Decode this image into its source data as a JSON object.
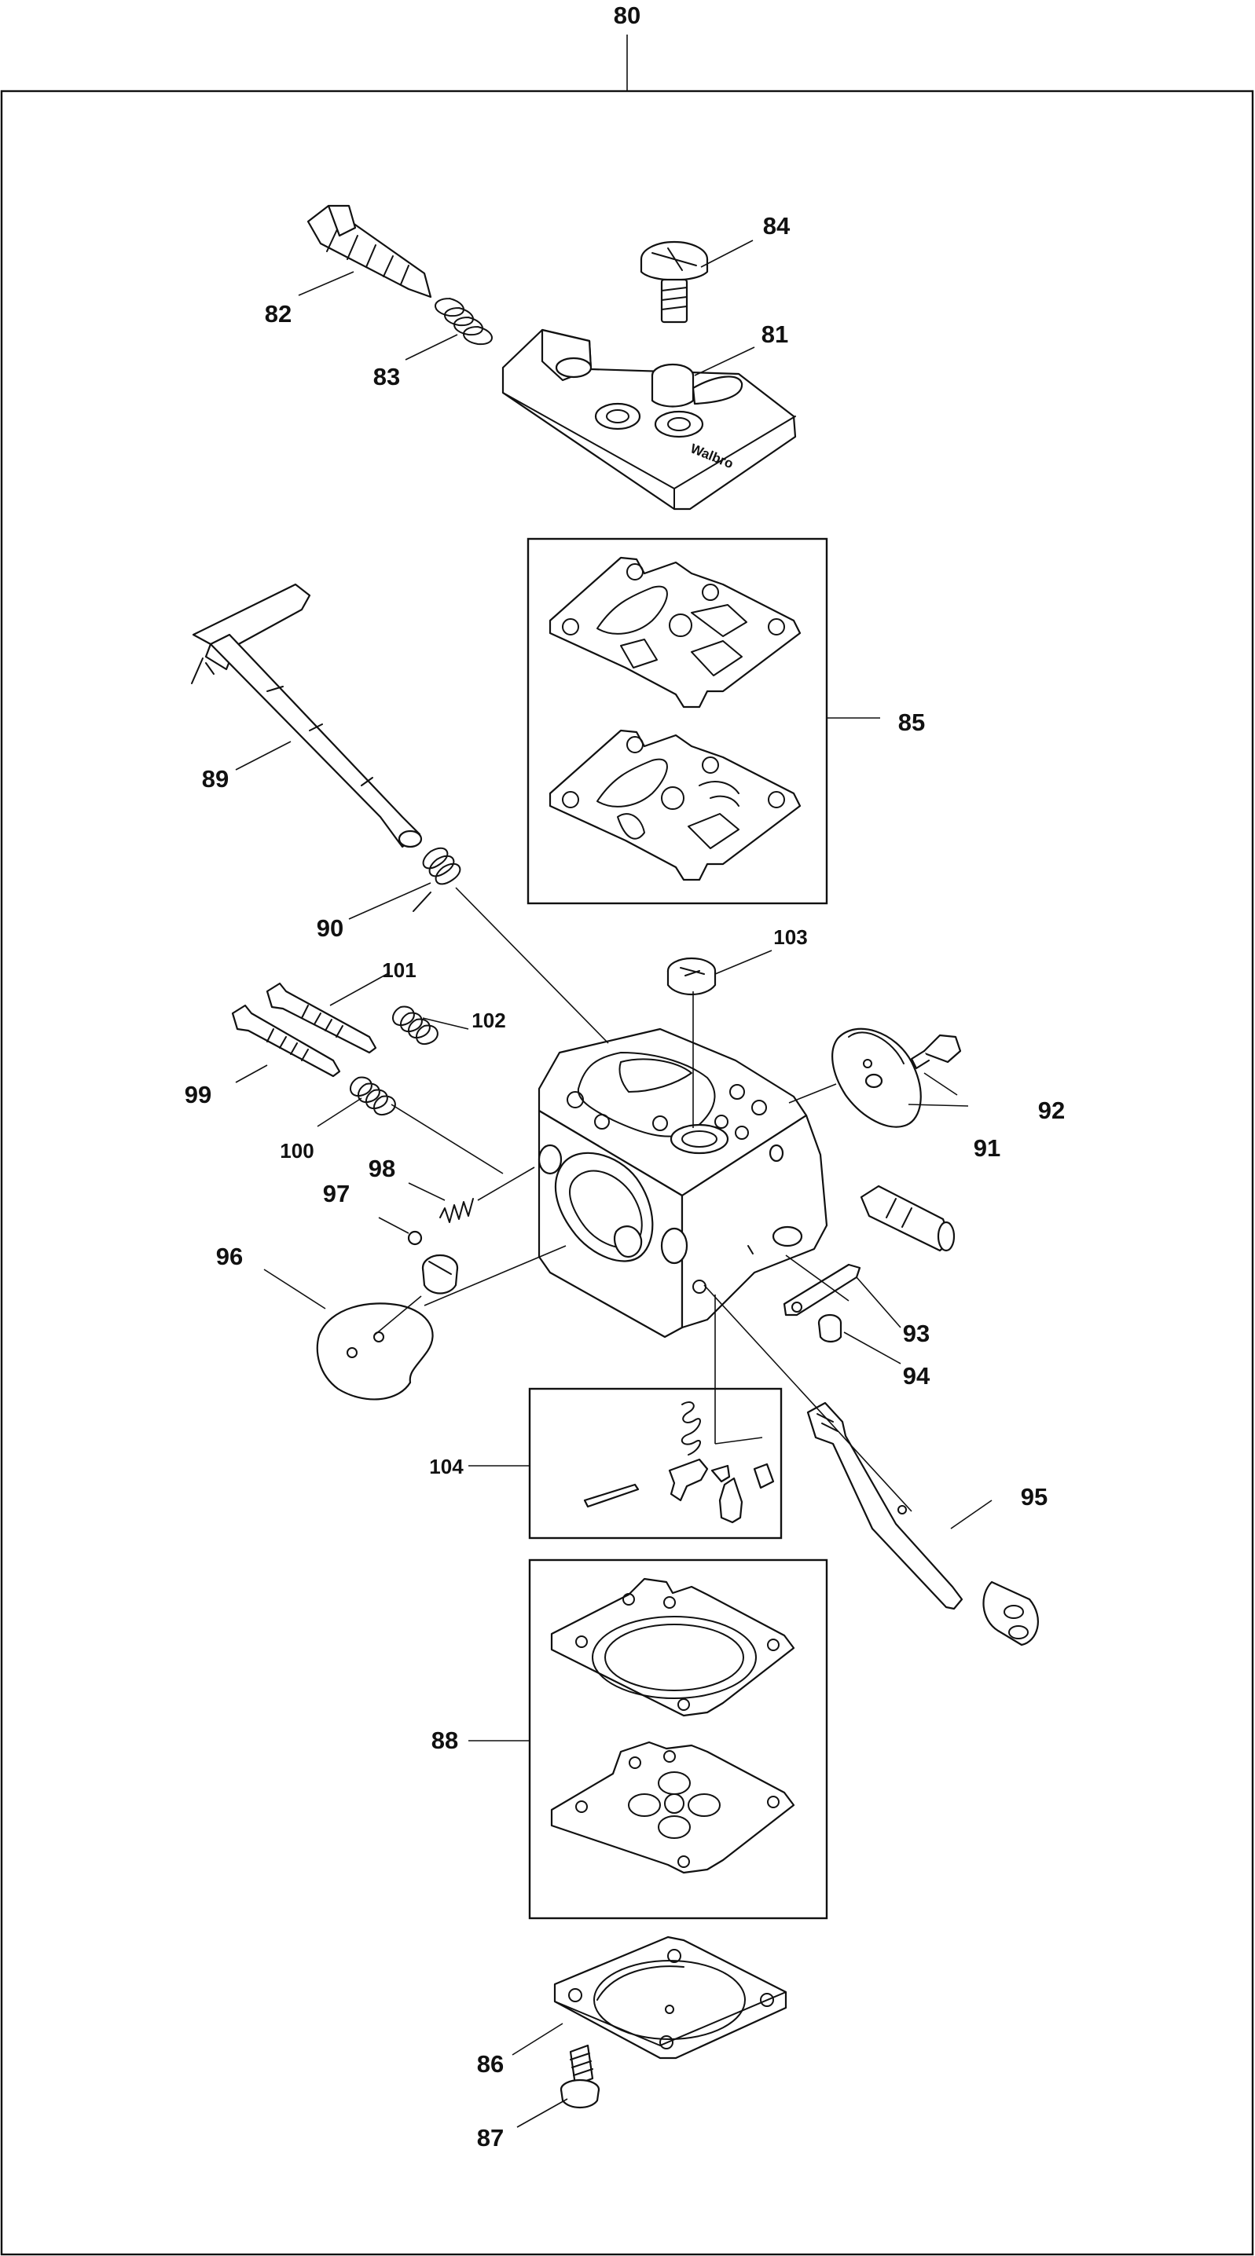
{
  "diagram": {
    "assembly_number": "80",
    "brand_mark": "Walbro",
    "callouts": [
      {
        "id": "81",
        "label": "81"
      },
      {
        "id": "82",
        "label": "82"
      },
      {
        "id": "83",
        "label": "83"
      },
      {
        "id": "84",
        "label": "84"
      },
      {
        "id": "85",
        "label": "85"
      },
      {
        "id": "86",
        "label": "86"
      },
      {
        "id": "87",
        "label": "87"
      },
      {
        "id": "88",
        "label": "88"
      },
      {
        "id": "89",
        "label": "89"
      },
      {
        "id": "90",
        "label": "90"
      },
      {
        "id": "91",
        "label": "91"
      },
      {
        "id": "92",
        "label": "92"
      },
      {
        "id": "93",
        "label": "93"
      },
      {
        "id": "94",
        "label": "94"
      },
      {
        "id": "95",
        "label": "95"
      },
      {
        "id": "96",
        "label": "96"
      },
      {
        "id": "97",
        "label": "97"
      },
      {
        "id": "98",
        "label": "98"
      },
      {
        "id": "99",
        "label": "99"
      },
      {
        "id": "100",
        "label": "100"
      },
      {
        "id": "101",
        "label": "101"
      },
      {
        "id": "102",
        "label": "102"
      },
      {
        "id": "103",
        "label": "103"
      },
      {
        "id": "104",
        "label": "104"
      }
    ]
  }
}
